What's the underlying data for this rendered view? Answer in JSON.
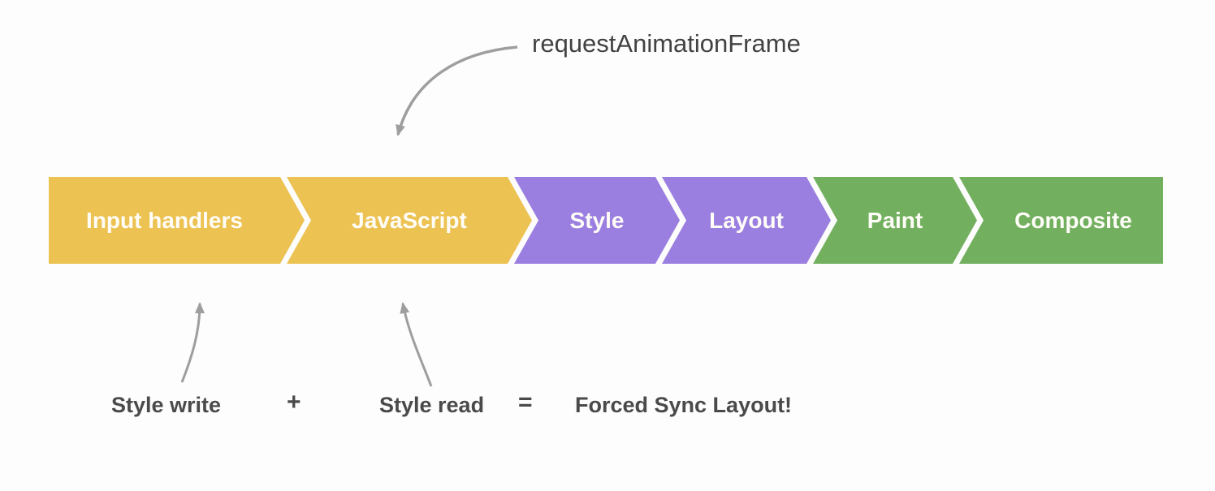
{
  "diagram": {
    "raf_label": "requestAnimationFrame",
    "stages": [
      {
        "label": "Input handlers",
        "color_name": "yellow",
        "color_hex": "#ECC253"
      },
      {
        "label": "JavaScript",
        "color_name": "yellow",
        "color_hex": "#ECC253"
      },
      {
        "label": "Style",
        "color_name": "purple",
        "color_hex": "#9A7FE0"
      },
      {
        "label": "Layout",
        "color_name": "purple",
        "color_hex": "#9A7FE0"
      },
      {
        "label": "Paint",
        "color_name": "green",
        "color_hex": "#72B05F"
      },
      {
        "label": "Composite",
        "color_name": "green",
        "color_hex": "#72B05F"
      }
    ],
    "annotation": {
      "style_write": "Style write",
      "plus": "+",
      "style_read": "Style read",
      "equals": "=",
      "result": "Forced Sync Layout!"
    },
    "colors": {
      "stage_text": "#FFFDF8",
      "label_text": "#4A4A4A",
      "arrow": "#9E9E9E",
      "background": "#FDFDFD"
    }
  }
}
